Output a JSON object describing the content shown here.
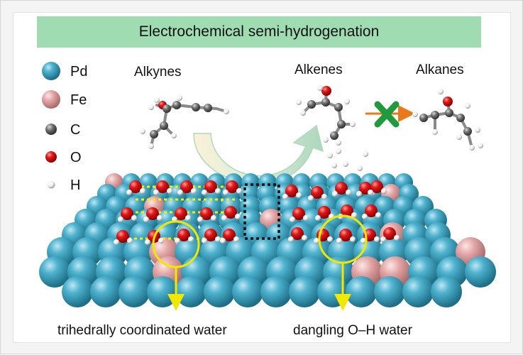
{
  "title": "Electrochemical semi-hydrogenation",
  "legend": [
    {
      "label": "Pd",
      "color": "#3aa0bd"
    },
    {
      "label": "Fe",
      "color": "#e6a6a6"
    },
    {
      "label": "C",
      "color": "#707070"
    },
    {
      "label": "O",
      "color": "#e02020"
    },
    {
      "label": "H",
      "color": "#f0f0f0"
    }
  ],
  "molecules": {
    "alkynes": "Alkynes",
    "alkenes": "Alkenes",
    "alkanes": "Alkanes"
  },
  "captions": {
    "left": "trihedrally coordinated water",
    "right": "dangling O–H water"
  },
  "colors": {
    "banner": "#9fdcb1",
    "pd": "#3aa0bd",
    "fe": "#e6a6a6",
    "oxygen": "#e02020",
    "hbond": "#f5f000",
    "highlight": "#f0e800",
    "block_cross": "#1f9a3c",
    "block_arrow": "#e87a1e"
  }
}
